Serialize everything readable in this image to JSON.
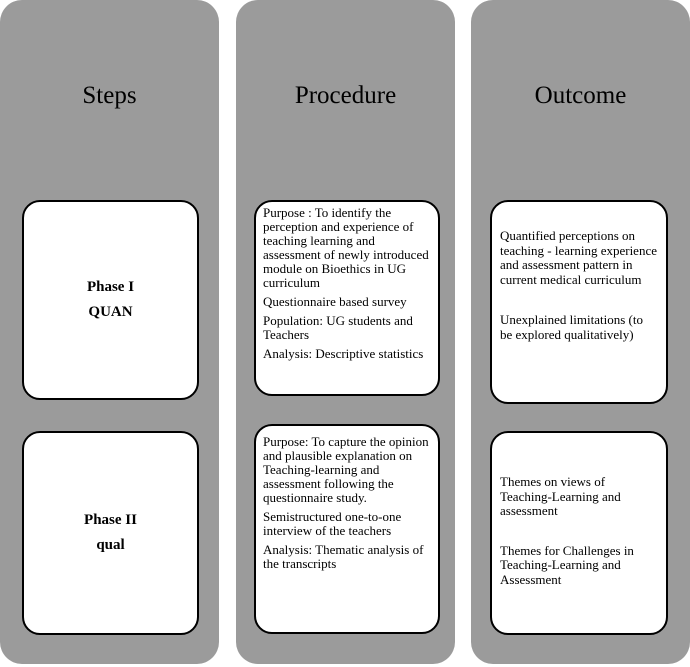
{
  "columns": {
    "steps": {
      "title": "Steps"
    },
    "procedure": {
      "title": "Procedure"
    },
    "outcome": {
      "title": "Outcome"
    }
  },
  "phase1": {
    "step": [
      "Phase I",
      "QUAN"
    ],
    "procedure": [
      "Purpose : To identify the perception and experience of teaching learning and assessment of newly introduced module on Bioethics in UG curriculum",
      "Questionnaire based survey",
      "Population:  UG students and Teachers",
      "Analysis: Descriptive statistics"
    ],
    "outcome": [
      "Quantified perceptions on teaching - learning experience  and assessment pattern  in current medical curriculum",
      "Unexplained limitations (to be explored qualitatively)"
    ]
  },
  "phase2": {
    "step": [
      "Phase II",
      "qual"
    ],
    "procedure": [
      "Purpose:  To capture the opinion and plausible explanation on Teaching-learning and assessment following the questionnaire study.",
      "Semistructured one-to-one interview of the teachers",
      "Analysis: Thematic analysis of the transcripts"
    ],
    "outcome": [
      "Themes on views of Teaching-Learning and assessment",
      "Themes for Challenges in Teaching-Learning and Assessment"
    ]
  }
}
